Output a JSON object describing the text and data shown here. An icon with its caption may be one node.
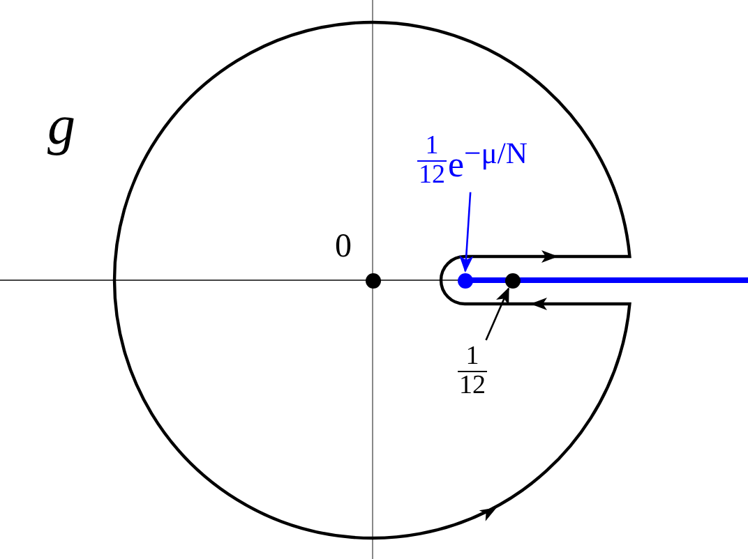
{
  "diagram": {
    "nodes": [
      {
        "text": [
          "1",
          "12",
          "e$^{−μ/N}$"
        ]
      },
      {
        "text": [
          "1",
          "12"
        ]
      },
      {
        "text": [],
        "shape": "circle"
      },
      {
        "text": [],
        "shape": "circle"
      },
      {
        "text": [],
        "shape": "circle"
      }
    ],
    "edges": [
      {
        "from": 0,
        "to": 3,
        "arrow": "to",
        "color": "#0000ff"
      },
      {
        "from": 1,
        "to": 4,
        "arrow": "to",
        "color": "#000000"
      }
    ],
    "labels": [
      "g",
      "0"
    ]
  }
}
